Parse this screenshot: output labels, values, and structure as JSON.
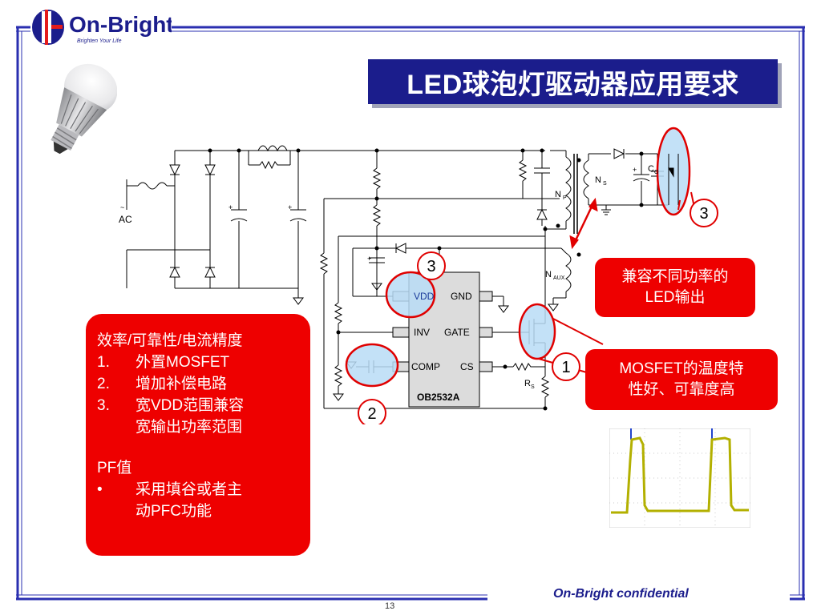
{
  "logo": {
    "text": "On-Bright",
    "tagline": "Brighten Your Life"
  },
  "title": "LED球泡灯驱动器应用要求",
  "circuit": {
    "ac_label": "AC",
    "chip_name": "OB2532A",
    "pins": {
      "vdd": "VDD",
      "gnd": "GND",
      "inv": "INV",
      "gate": "GATE",
      "comp": "COMP",
      "cs": "CS"
    },
    "winding_ns": "N",
    "winding_ns_sub": "S",
    "winding_np": "N",
    "winding_np_sub": "P",
    "winding_naux": "N",
    "winding_naux_sub": "AUX",
    "cap_label": "C",
    "cap_label_sub": "O",
    "rs_label": "R",
    "rs_sub": "S",
    "markers": [
      "3",
      "3",
      "1",
      "2"
    ]
  },
  "callouts": {
    "c3": [
      "兼容不同功率的",
      "LED输出"
    ],
    "c1": [
      "MOSFET的温度特",
      "性好、可靠度高"
    ]
  },
  "left_box": {
    "heading": "效率/可靠性/电流精度",
    "items": [
      {
        "num": "1.",
        "text": "外置MOSFET"
      },
      {
        "num": "2.",
        "text": "增加补偿电路"
      },
      {
        "num": "3.",
        "text": "宽VDD范围兼容"
      },
      {
        "num": "",
        "text": "宽输出功率范围"
      }
    ],
    "pf_heading": "PF值",
    "pf_items": [
      {
        "num": "•",
        "text": "采用填谷或者主"
      },
      {
        "num": "",
        "text": "动PFC功能"
      }
    ]
  },
  "footer": {
    "confidential": "On-Bright confidential",
    "page": "13"
  },
  "colors": {
    "brand_blue": "#1b1d8c",
    "frame_blue": "#2a2fb0",
    "callout_red": "#ee0000",
    "highlight_blue": "#b9dcf6"
  }
}
